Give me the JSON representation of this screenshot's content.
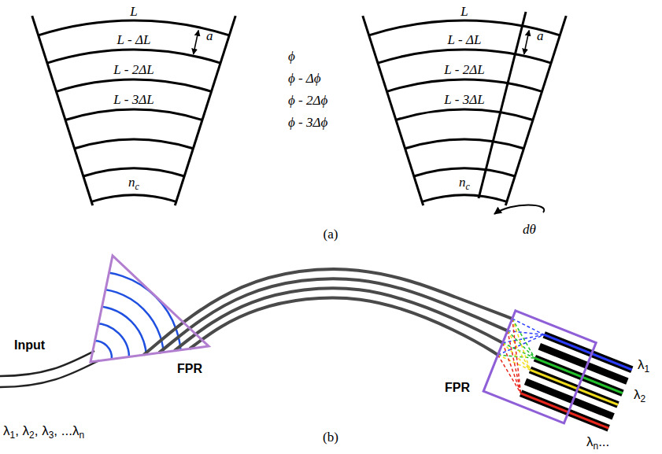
{
  "diagram": {
    "nodes": [
      {
        "text": [
          "FPR"
        ]
      },
      {
        "text": [
          "FPR"
        ]
      }
    ],
    "edges": [
      {
        "from": 0,
        "to": 1,
        "arrow": "none"
      },
      {
        "from": 0,
        "to": 1,
        "arrow": "none"
      },
      {
        "from": 0,
        "to": 1,
        "arrow": "none"
      },
      {
        "from": 0,
        "to": 1,
        "arrow": "none"
      }
    ],
    "labels": [
      "L",
      "L - ΔL",
      "L - 2ΔL",
      "L - 3ΔL",
      "a",
      "nc",
      "ϕ",
      "ϕ - Δϕ",
      "ϕ - 2Δϕ",
      "ϕ - 3Δϕ",
      "L",
      "L - ΔL",
      "L - 2ΔL",
      "L - 3ΔL",
      "a",
      "nc",
      "dθ",
      "(a)",
      "Input",
      "λ1, λ2, λ3, ...λn",
      "λ1",
      "λ2",
      "λn...",
      "(b)"
    ]
  }
}
